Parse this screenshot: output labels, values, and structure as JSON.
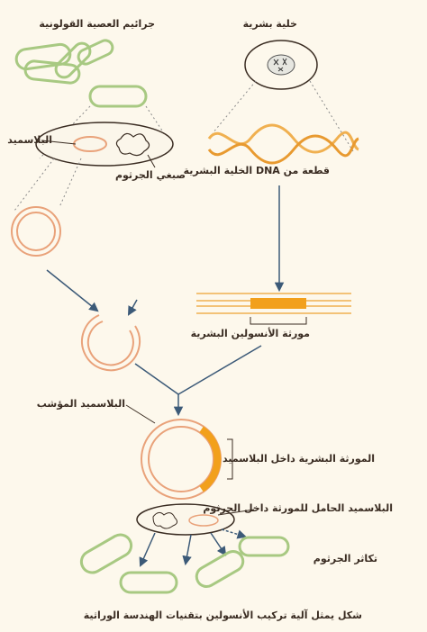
{
  "labels": {
    "bacteria_title": "جرائيم العصية القولونية",
    "human_cell": "خلية بشرية",
    "plasmid": "البلاسميد",
    "chromosome": "صبغي الجرثوم",
    "human_dna": "قطعة من DNA الخلية البشرية",
    "insulin_gene": "مورثة الأنسولين البشرية",
    "recombinant_plasmid": "البلاسميد المؤشب",
    "gene_in_plasmid": "المورثة البشرية داخل البلاسميد",
    "plasmid_in_bacterium": "البلاسميد الحامل للمورثة داخل الجرثوم",
    "bacteria_multiply": "تكاثر الجرثوم",
    "caption": "شكل يمثل آلية تركيب الأنسولين بتقنيات الهندسة الوراثية"
  },
  "colors": {
    "background": "#fdf8ec",
    "plasmid": "#e9a27a",
    "bacterium": "#a8c982",
    "dna": "#f0b050",
    "gene": "#f2a01c",
    "arrow": "#3c5a78",
    "outline": "#3a2c22"
  }
}
